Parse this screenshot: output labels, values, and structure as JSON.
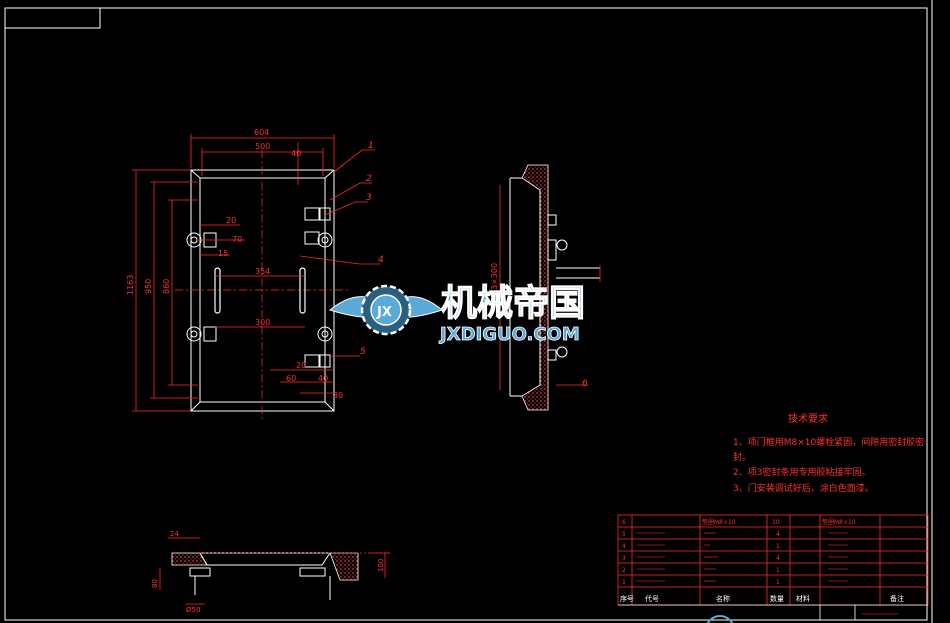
{
  "dimensions": {
    "top_outer": "604",
    "top_inner": "500",
    "top_small": "40",
    "overall_height": "1163",
    "height_mid": "950",
    "height_inner": "860",
    "left_h1": "20",
    "left_h2": "70",
    "left_h3": "15",
    "center_w": "354",
    "bottom_w": "300",
    "lower_a": "20",
    "lower_b": "60",
    "lower_c": "40",
    "lower_d": "30",
    "side_height": "3×300",
    "bottom_left": "24",
    "bottom_h": "80",
    "bottom_h2": "100",
    "bottom_w2": "Ø50"
  },
  "callouts": [
    "1",
    "2",
    "3",
    "4",
    "5",
    "6"
  ],
  "tech": {
    "title": "技术要求",
    "lines": [
      "1、项门框用M8×10螺栓紧固，间隙用密封胶密",
      "封。",
      "2、项3密封条用专用胶粘接牢固。",
      "3、门安装调试好后，涂白色面漆。"
    ]
  },
  "watermark": {
    "cn": "机械帝国",
    "en": "JXDIGUO.COM"
  },
  "bom": {
    "rows": [
      {
        "no": "6",
        "code": "",
        "name": "垫圈M8×10",
        "qty": "10",
        "mat": "",
        "remark": ""
      },
      {
        "no": "5",
        "code": "",
        "name": "",
        "qty": "4",
        "mat": "",
        "remark": ""
      },
      {
        "no": "4",
        "code": "",
        "name": "",
        "qty": "1",
        "mat": "",
        "remark": ""
      },
      {
        "no": "3",
        "code": "",
        "name": "",
        "qty": "4",
        "mat": "",
        "remark": ""
      },
      {
        "no": "2",
        "code": "",
        "name": "",
        "qty": "1",
        "mat": "",
        "remark": ""
      },
      {
        "no": "1",
        "code": "",
        "name": "",
        "qty": "1",
        "mat": "",
        "remark": ""
      }
    ],
    "header": [
      "序号",
      "代号",
      "名称",
      "数量",
      "材料",
      "备注"
    ],
    "footer_code": ""
  },
  "colors": {
    "background": "#000000",
    "frame": "#ffffff",
    "dimension": "#ff2a2a",
    "tech_text": "#ff3030",
    "watermark_fill": "#5aa9d6",
    "watermark_stroke": "#ffffff",
    "hatch": "#ff4040"
  }
}
